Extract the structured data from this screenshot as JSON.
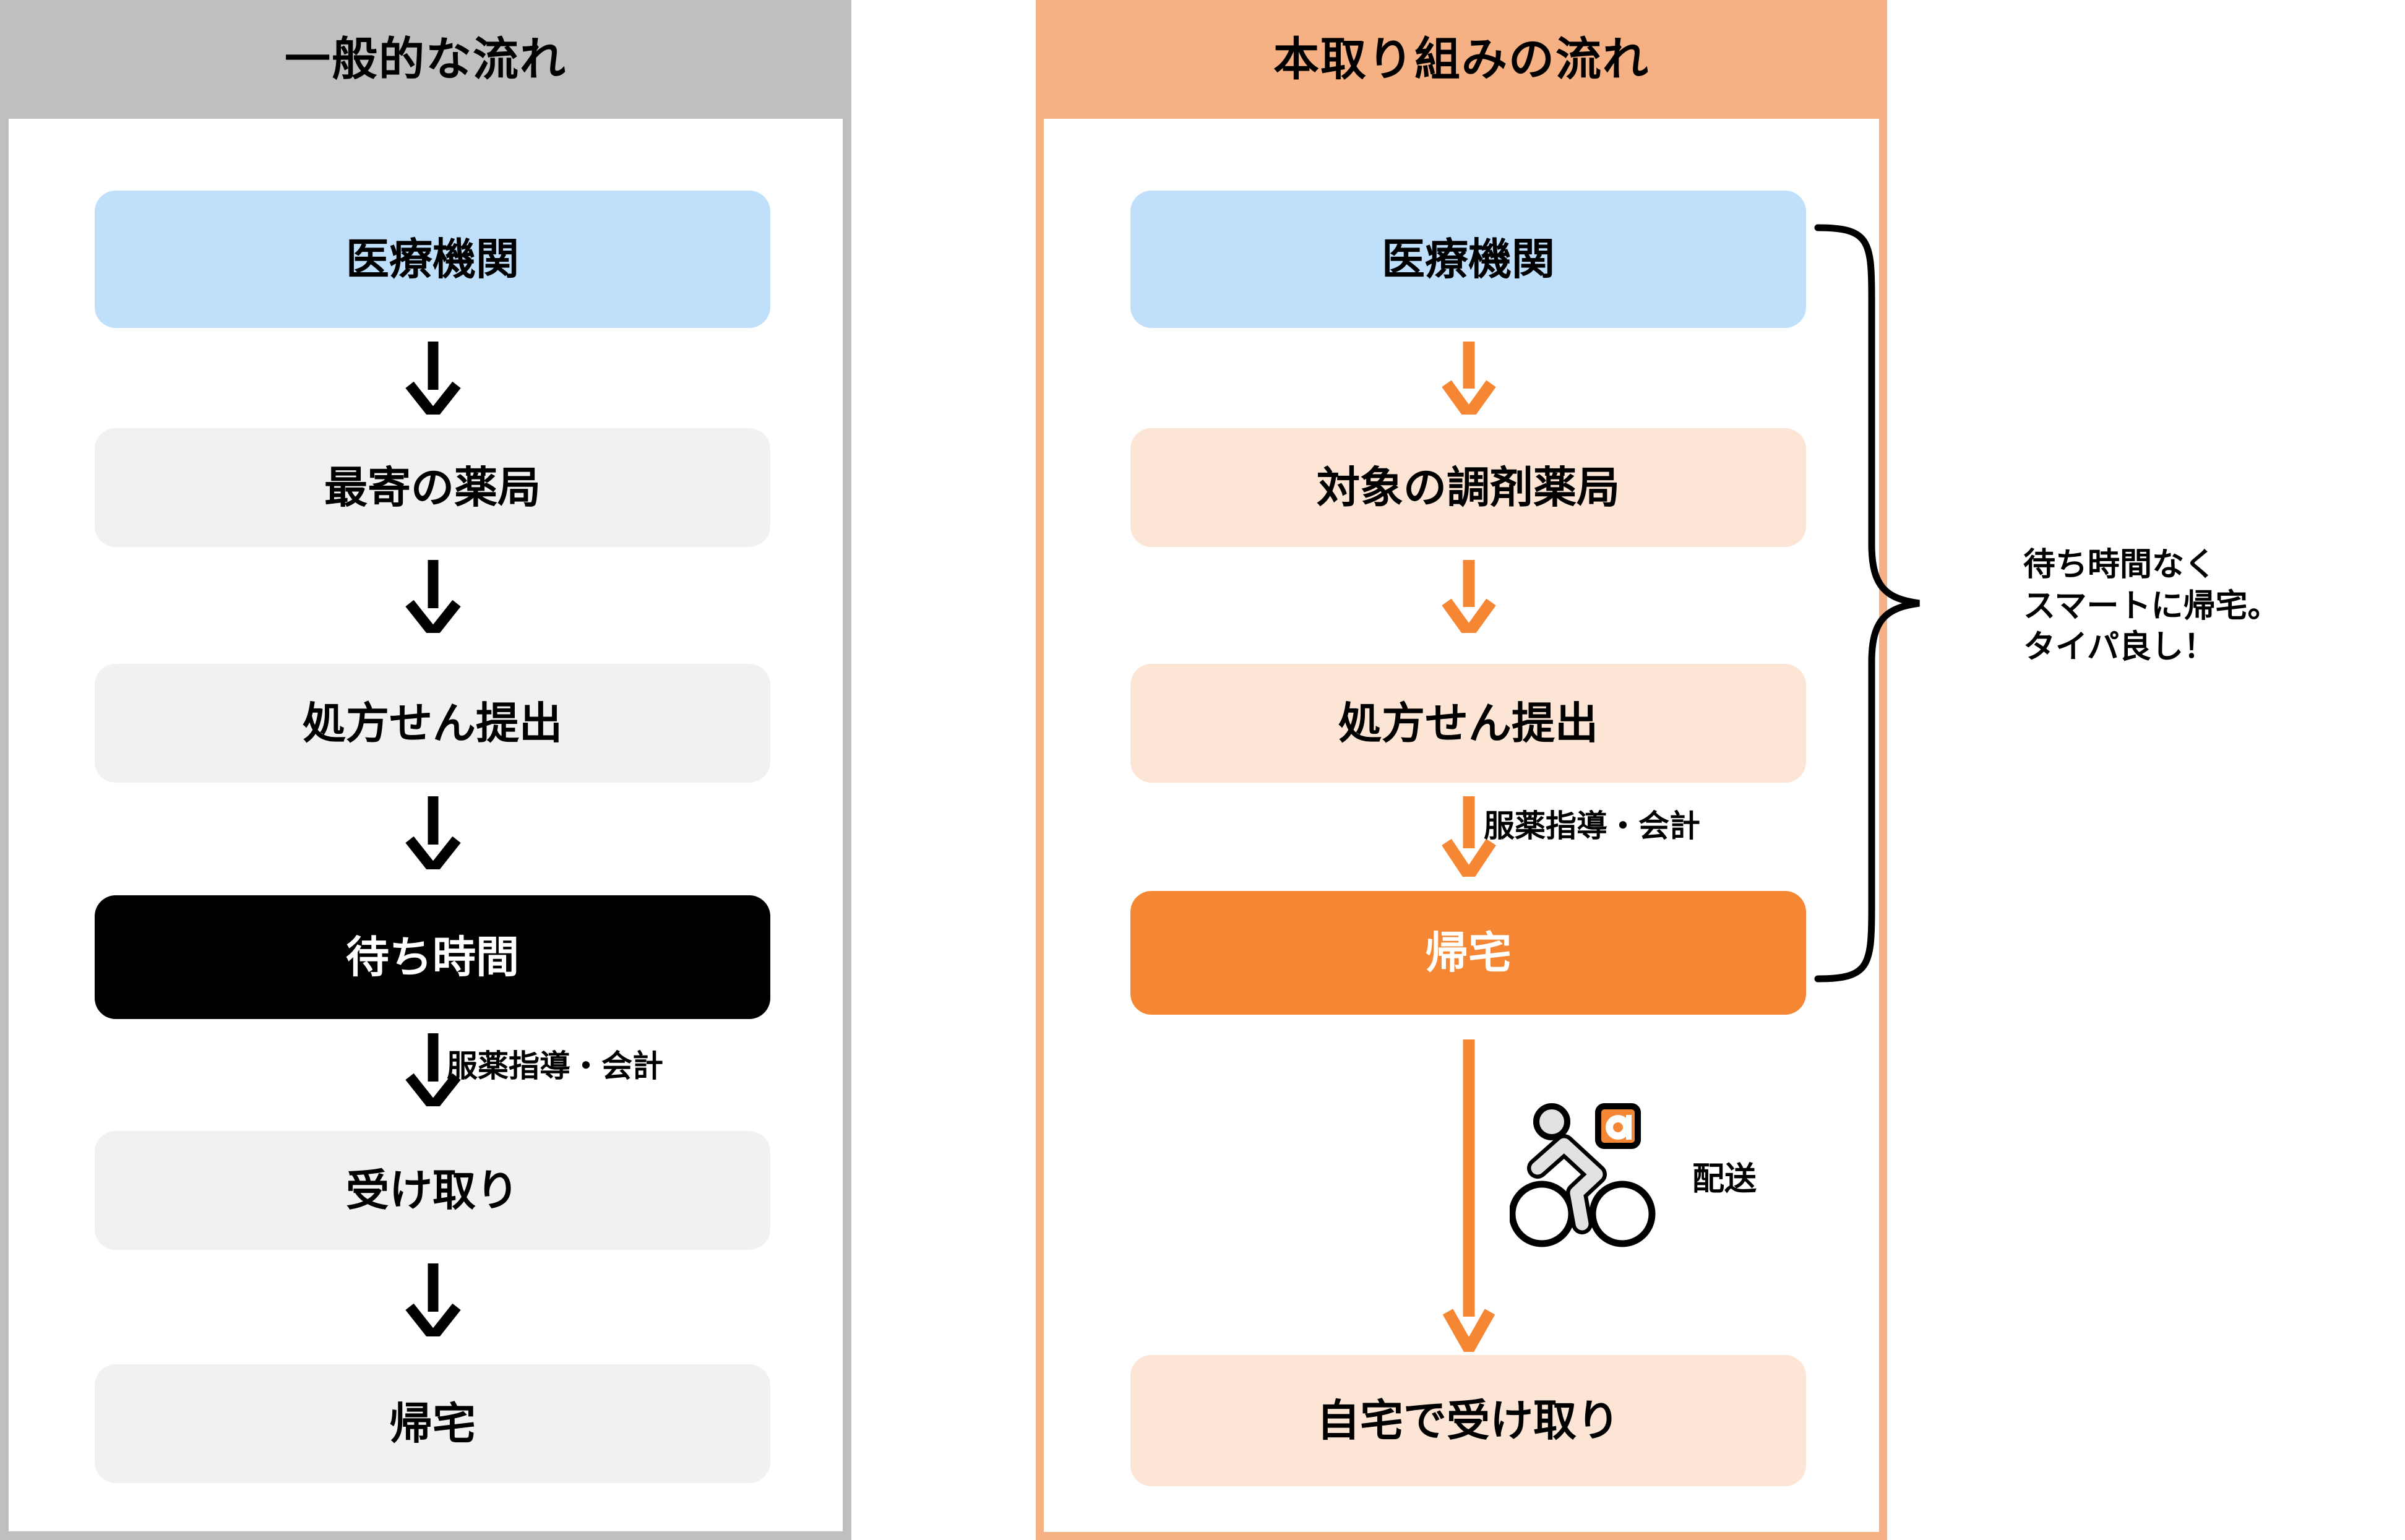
{
  "left_panel": {
    "title": "一般的な流れ",
    "header_color": "#bfbfbf",
    "steps": [
      {
        "label": "医療機関",
        "style": "blue"
      },
      {
        "label": "最寄の薬局",
        "style": "gray"
      },
      {
        "label": "処方せん提出",
        "style": "gray"
      },
      {
        "label": "待ち時間",
        "style": "black"
      },
      {
        "label": "受け取り",
        "style": "gray"
      },
      {
        "label": "帰宅",
        "style": "gray"
      }
    ],
    "arrow_labels": {
      "after_wait": "服薬指導・会計"
    },
    "arrow_color": "#000000"
  },
  "right_panel": {
    "title": "本取り組みの流れ",
    "header_color": "#f5b183",
    "steps": [
      {
        "label": "医療機関",
        "style": "blue"
      },
      {
        "label": "対象の調剤薬局",
        "style": "peach"
      },
      {
        "label": "処方せん提出",
        "style": "peach"
      },
      {
        "label": "帰宅",
        "style": "orange"
      },
      {
        "label": "自宅で受け取り",
        "style": "peach"
      }
    ],
    "arrow_labels": {
      "after_submit": "服薬指導・会計"
    },
    "arrow_color": "#f58634",
    "delivery": {
      "label": "配送",
      "icon": "delivery-bicycle-icon",
      "bag_letter": "a"
    }
  },
  "callout": {
    "text": "待ち時間なく\nスマートに帰宅。\nタイパ良し！"
  },
  "colors": {
    "blue": "#bfdffb",
    "gray_box": "#f1f1f1",
    "black_box": "#000000",
    "peach": "#fce5d4",
    "orange": "#f58634",
    "header_gray": "#bfbfbf",
    "header_orange": "#f5b183"
  }
}
